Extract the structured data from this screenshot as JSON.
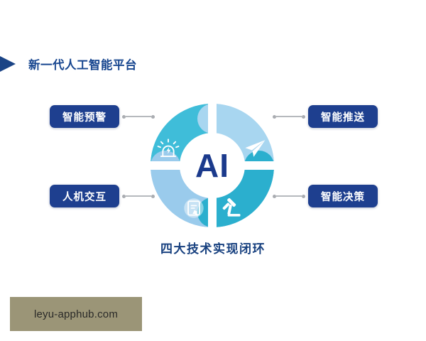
{
  "header": {
    "bullet_icon": "triangle-right-icon",
    "title": "新一代人工智能平台"
  },
  "diagram": {
    "center_label": "AI",
    "caption": "四大技术实现闭环",
    "segments": [
      {
        "position": "top-left",
        "label": "智能预警",
        "icon": "alarm-siren-icon",
        "color": "#3FBDD9"
      },
      {
        "position": "top-right",
        "label": "智能推送",
        "icon": "paper-plane-send-icon",
        "color": "#A8D6F0"
      },
      {
        "position": "bottom-left",
        "label": "人机交互",
        "icon": "hand-touch-screen-icon",
        "color": "#9ACBEC"
      },
      {
        "position": "bottom-right",
        "label": "智能决策",
        "icon": "gavel-icon",
        "color": "#2BAFCE"
      }
    ],
    "connector_icon": "dotted-connector-line"
  },
  "colors": {
    "badge_bg": "#1E3F8F",
    "title_text": "#16458F",
    "caption_text": "#17407F",
    "center_text": "#1B3A8C",
    "connector": "#B6B9BD",
    "watermark_bg": "#9B9577"
  },
  "watermark": {
    "text": "leyu-apphub.com"
  }
}
